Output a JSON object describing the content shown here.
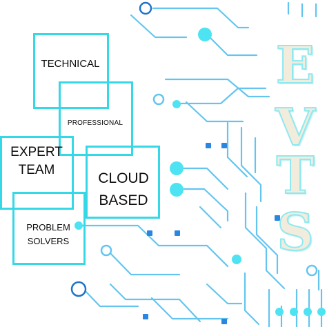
{
  "labels": {
    "technical": "TECHNICAL",
    "professional": "PROFESSIONAL",
    "expert_line1": "EXPERT",
    "expert_line2": "TEAM",
    "cloud_line1": "CLOUD",
    "cloud_line2": "BASED",
    "problem_line1": "PROBLEM",
    "problem_line2": "SOLVERS"
  },
  "logo": {
    "letters": [
      "E",
      "V",
      "T",
      "S"
    ]
  },
  "colors": {
    "box_border": "#35d8e6",
    "trace_blue": "#63c5ef",
    "node_cyan": "#4ee3f2",
    "pad_blue": "#2a86e0",
    "ring_dark": "#1e74c8",
    "letter_fill": "#f2ecdc",
    "text": "#0d0d0d"
  }
}
